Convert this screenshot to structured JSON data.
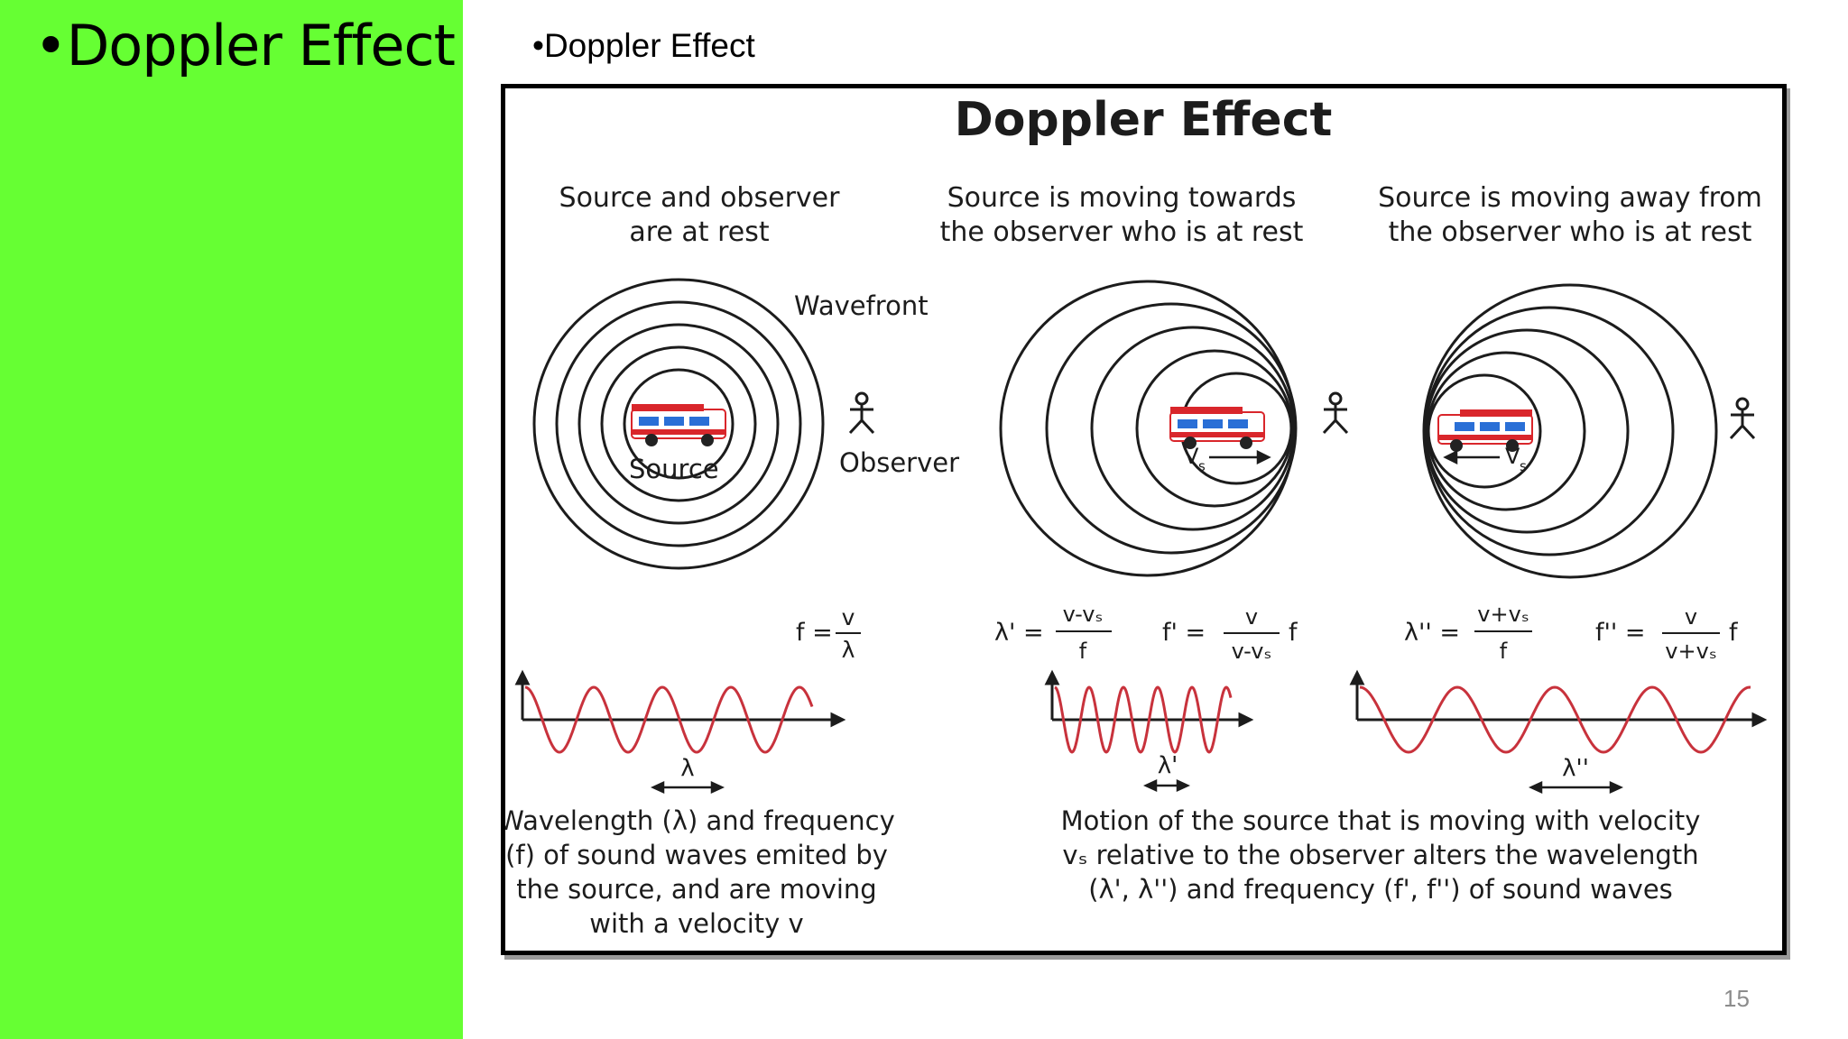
{
  "left_panel": {
    "title": "•Doppler Effect",
    "color": "#66ff33"
  },
  "content": {
    "bullet_title": "•Doppler Effect"
  },
  "figure": {
    "title": "Doppler Effect",
    "panels": [
      {
        "heading_line1": "Source and observer",
        "heading_line2": "are at rest"
      },
      {
        "heading_line1": "Source is moving towards",
        "heading_line2": "the observer who is at rest"
      },
      {
        "heading_line1": "Source is moving away from",
        "heading_line2": "the observer who is at rest"
      }
    ],
    "labels": {
      "wavefront": "Wavefront",
      "source": "Source",
      "observer": "Observer",
      "vs": "V",
      "vs_sub": "s"
    },
    "formulas": {
      "rest": {
        "lhs": "f =",
        "num": "v",
        "den": "λ"
      },
      "towards_lambda": {
        "lhs": "λ' =",
        "num": "v-vₛ",
        "den": "f"
      },
      "towards_f": {
        "lhs": "f' =",
        "num": "v",
        "den": "v-vₛ",
        "suffix": "f"
      },
      "away_lambda": {
        "lhs": "λ'' =",
        "num": "v+vₛ",
        "den": "f"
      },
      "away_f": {
        "lhs": "f'' =",
        "num": "v",
        "den": "v+vₛ",
        "suffix": "f"
      }
    },
    "wave_labels": {
      "rest": "λ",
      "towards": "λ'",
      "away": "λ''"
    },
    "captions": {
      "left": [
        "Wavelength (λ) and frequency",
        "(f) of sound waves emited by",
        "the source, and are moving",
        "with a velocity v"
      ],
      "right": [
        "Motion of the source that is moving with velocity",
        "vₛ relative to the observer alters the wavelength",
        "(λ', λ'') and frequency (f', f'') of sound waves"
      ]
    },
    "colors": {
      "wave": "#c8323c",
      "ambulance_red": "#d9262b",
      "ambulance_blue": "#2a6fd6"
    }
  },
  "slide_number": "15"
}
